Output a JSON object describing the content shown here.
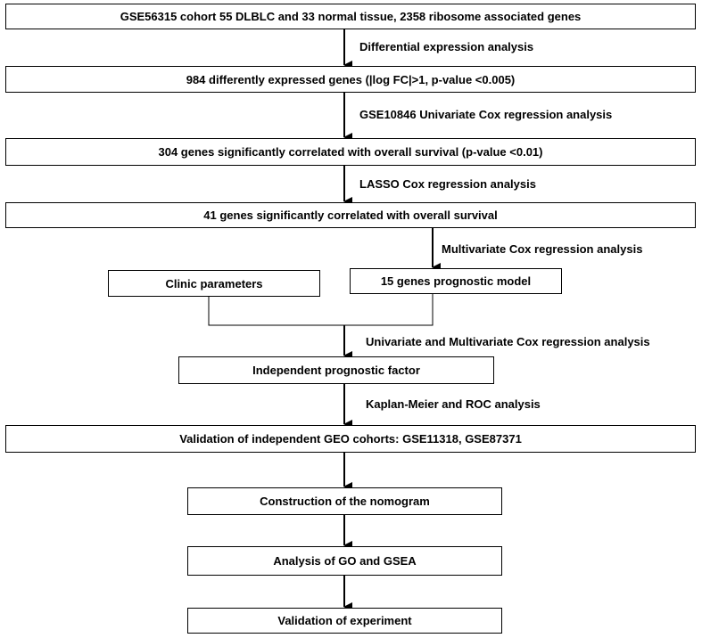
{
  "nodes": {
    "dataset": "GSE56315 cohort 55 DLBLC and 33 normal tissue, 2358 ribosome associated genes",
    "deg": "984 differently expressed genes (|log FC|>1, p-value <0.005)",
    "univariate_genes": "304 genes significantly correlated with overall survival (p-value <0.01)",
    "lasso_genes": "41 genes significantly correlated with overall survival",
    "clinic": "Clinic parameters",
    "model": "15 genes prognostic model",
    "independent": "Independent prognostic factor",
    "validation_geo": "Validation of independent GEO cohorts: GSE11318, GSE87371",
    "nomogram": "Construction of the nomogram",
    "go_gsea": "Analysis of GO and GSEA",
    "experiment": "Validation of experiment"
  },
  "edges": {
    "e1": "Differential expression analysis",
    "e2": "GSE10846 Univariate Cox regression analysis",
    "e3": "LASSO  Cox regression analysis",
    "e4": "Multivariate  Cox regression analysis",
    "e5": "Univariate and Multivariate  Cox regression analysis",
    "e6": "Kaplan-Meier  and ROC analysis"
  }
}
